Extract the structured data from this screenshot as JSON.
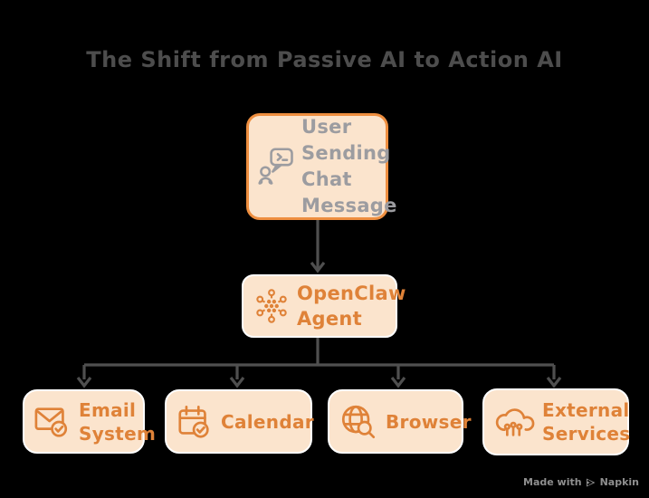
{
  "title": "The Shift from Passive AI to Action AI",
  "nodes": {
    "user_message": {
      "label": "User Sending Chat Message",
      "icon": "chat-user-icon"
    },
    "agent": {
      "label": "OpenClaw Agent",
      "icon": "hub-network-icon"
    },
    "email": {
      "label": "Email System",
      "icon": "email-check-icon"
    },
    "calendar": {
      "label": "Calendar",
      "icon": "calendar-check-icon"
    },
    "browser": {
      "label": "Browser",
      "icon": "globe-search-icon"
    },
    "external": {
      "label": "External Services",
      "icon": "cloud-services-icon"
    }
  },
  "footer": {
    "text": "Made with",
    "brand": "Napkin"
  },
  "colors": {
    "peach": "#FBE4CD",
    "orange": "#DF8238",
    "user_border": "#EE8E3F",
    "gray_text": "#9C9CA0",
    "arrow": "#4F4F4F",
    "title": "#4D4D4D",
    "node_border": "#FFFFFF",
    "footer": "#8F8F8F"
  }
}
